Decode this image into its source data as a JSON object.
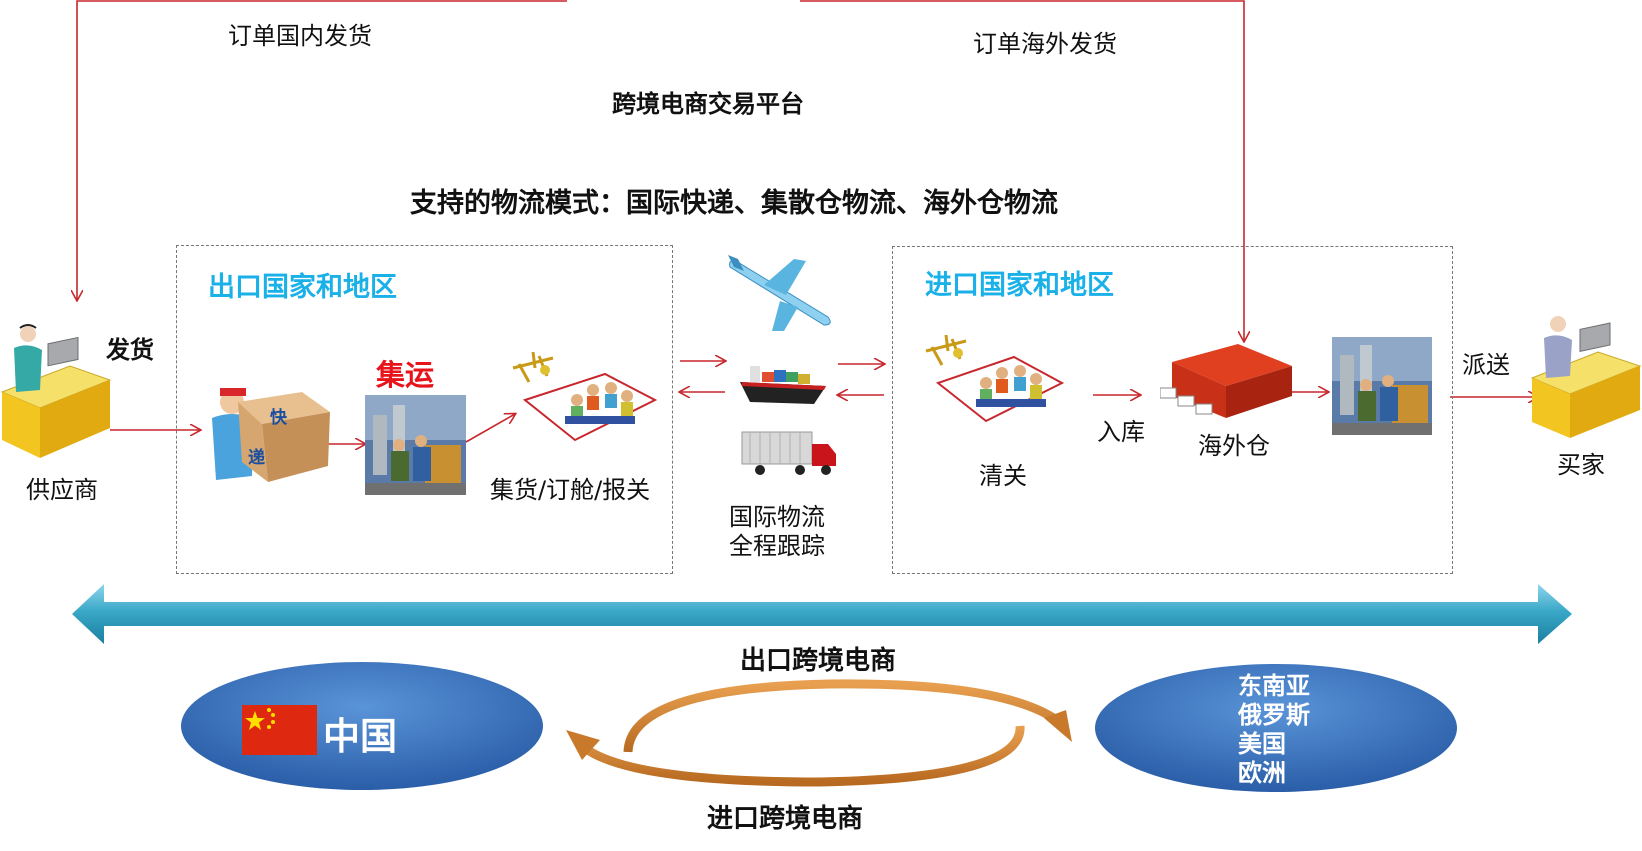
{
  "top": {
    "domestic_label": "订单国内发货",
    "overseas_label": "订单海外发货",
    "platform": "跨境电商交易平台",
    "modes": "支持的物流模式：国际快递、集散仓物流、海外仓物流"
  },
  "supplier": {
    "action": "发货",
    "label": "供应商"
  },
  "export_region": {
    "title": "出口国家和地区",
    "consolidate": "集运",
    "steps_label": "集货/订舱/报关",
    "box_chars": [
      "快",
      "递"
    ]
  },
  "transport": {
    "line1": "国际物流",
    "line2": "全程跟踪"
  },
  "import_region": {
    "title": "进口国家和地区",
    "customs": "清关",
    "inbound": "入库",
    "warehouse": "海外仓"
  },
  "buyer": {
    "dispatch": "派送",
    "label": "买家"
  },
  "bottom": {
    "export_ecommerce": "出口跨境电商",
    "import_ecommerce": "进口跨境电商",
    "china": "中国",
    "destinations": [
      "东南亚",
      "俄罗斯",
      "美国",
      "欧洲"
    ]
  },
  "colors": {
    "flow_line": "#c8272d",
    "accent_blue": "#1ab0e8",
    "oval_blue": "#3a74c0",
    "cycle_orange": "#d2843a",
    "band_teal": "#3aa8c8"
  }
}
